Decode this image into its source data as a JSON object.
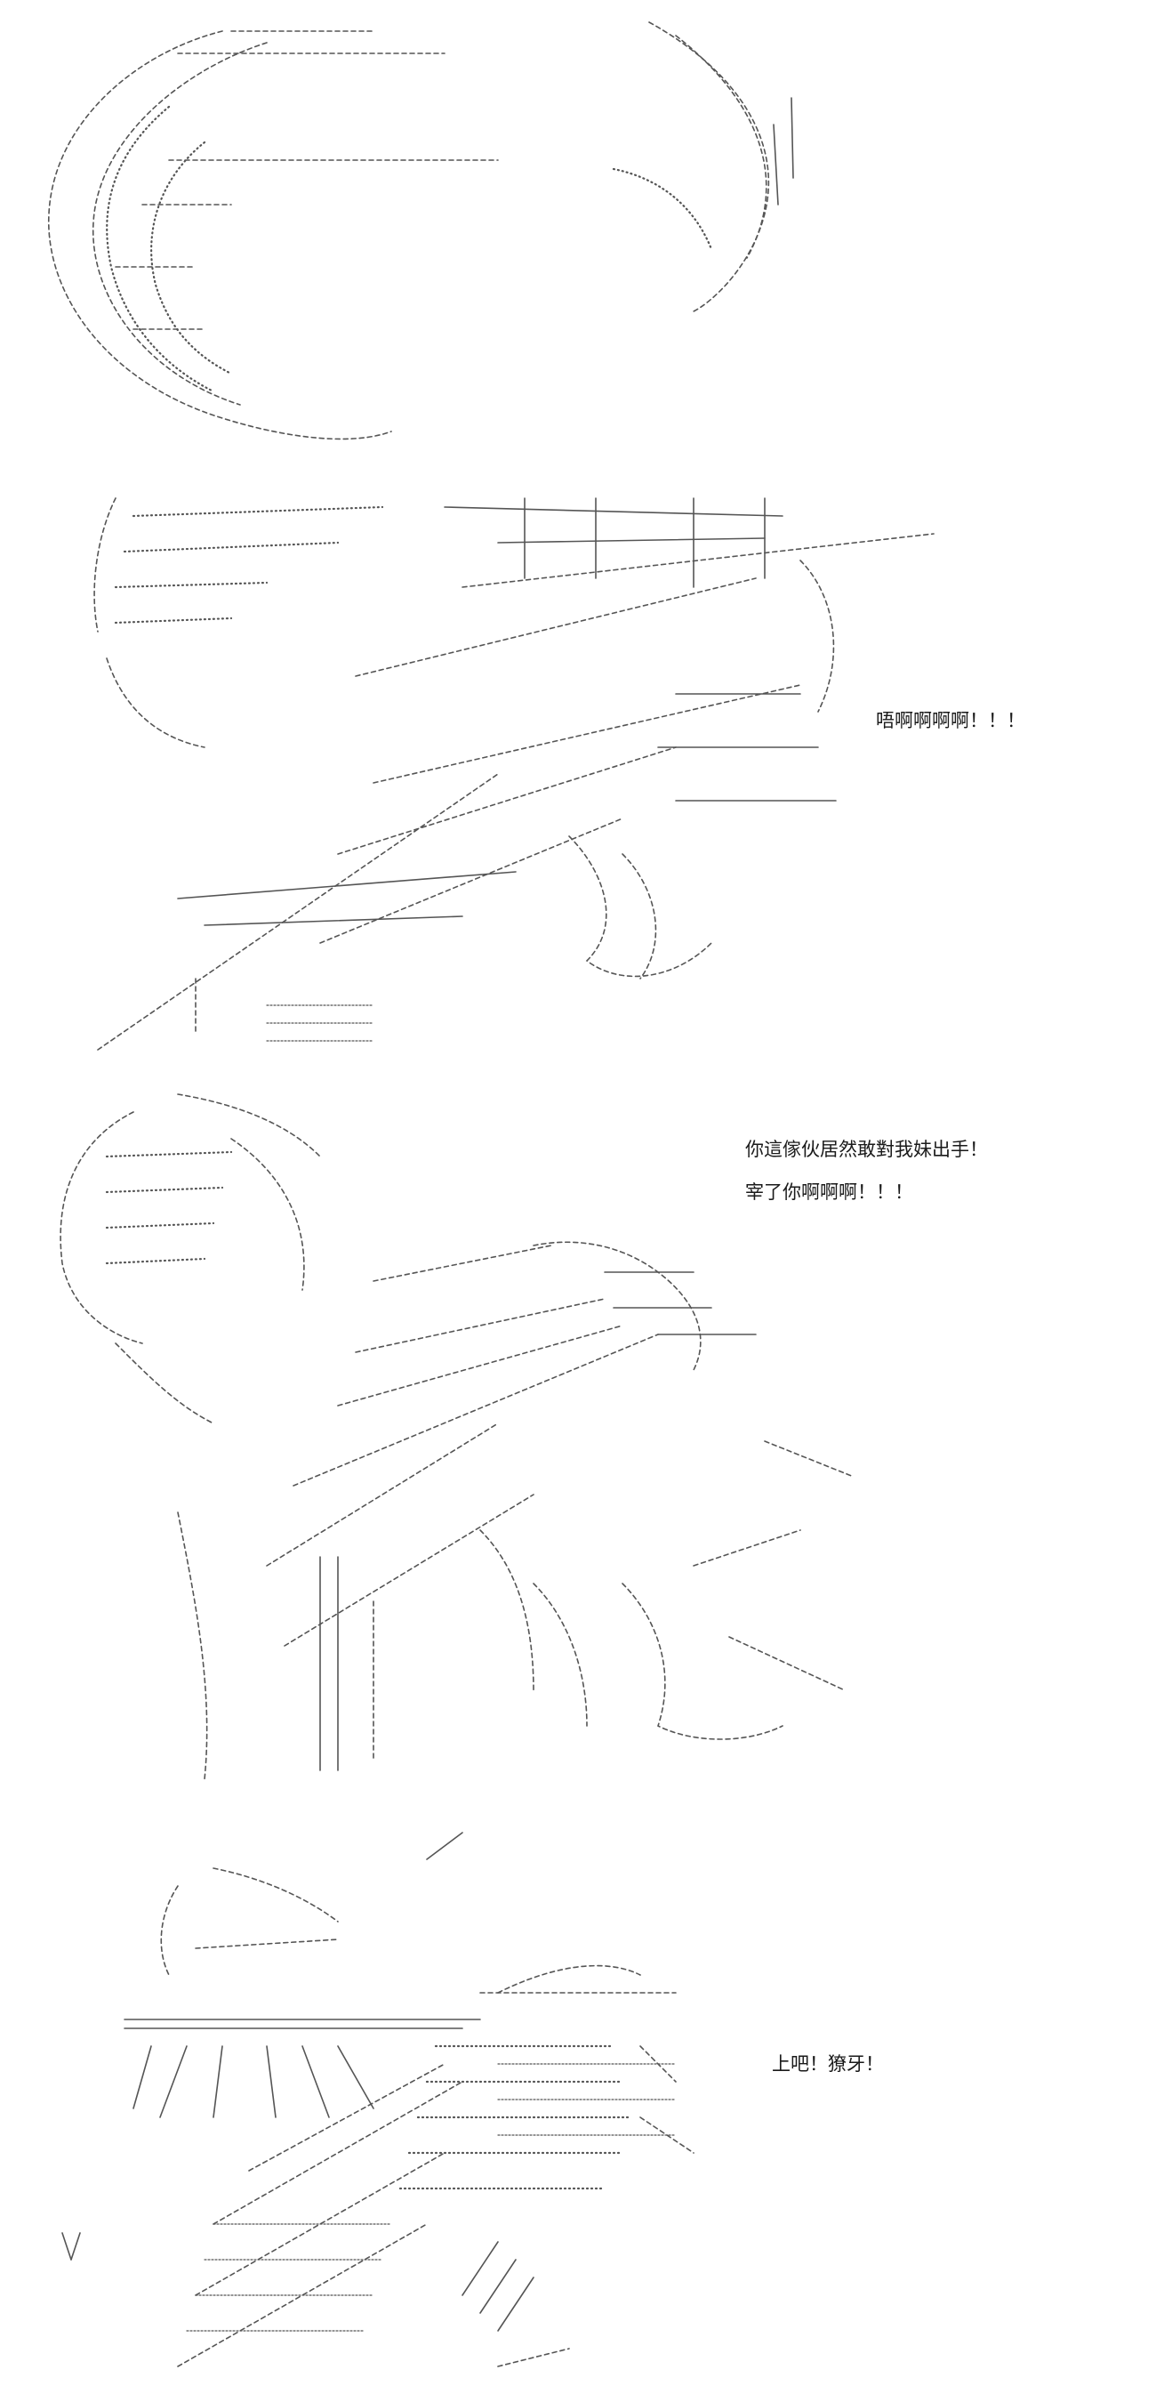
{
  "panels": [
    {
      "id": "panel-1",
      "lines": []
    },
    {
      "id": "panel-2",
      "lines": [
        "唔啊啊啊啊！！！"
      ]
    },
    {
      "id": "panel-3",
      "lines": [
        "你這傢伙居然敢對我妹出手！",
        "宰了你啊啊啊！！！"
      ]
    },
    {
      "id": "panel-4",
      "lines": [
        "上吧！獠牙！"
      ]
    }
  ]
}
